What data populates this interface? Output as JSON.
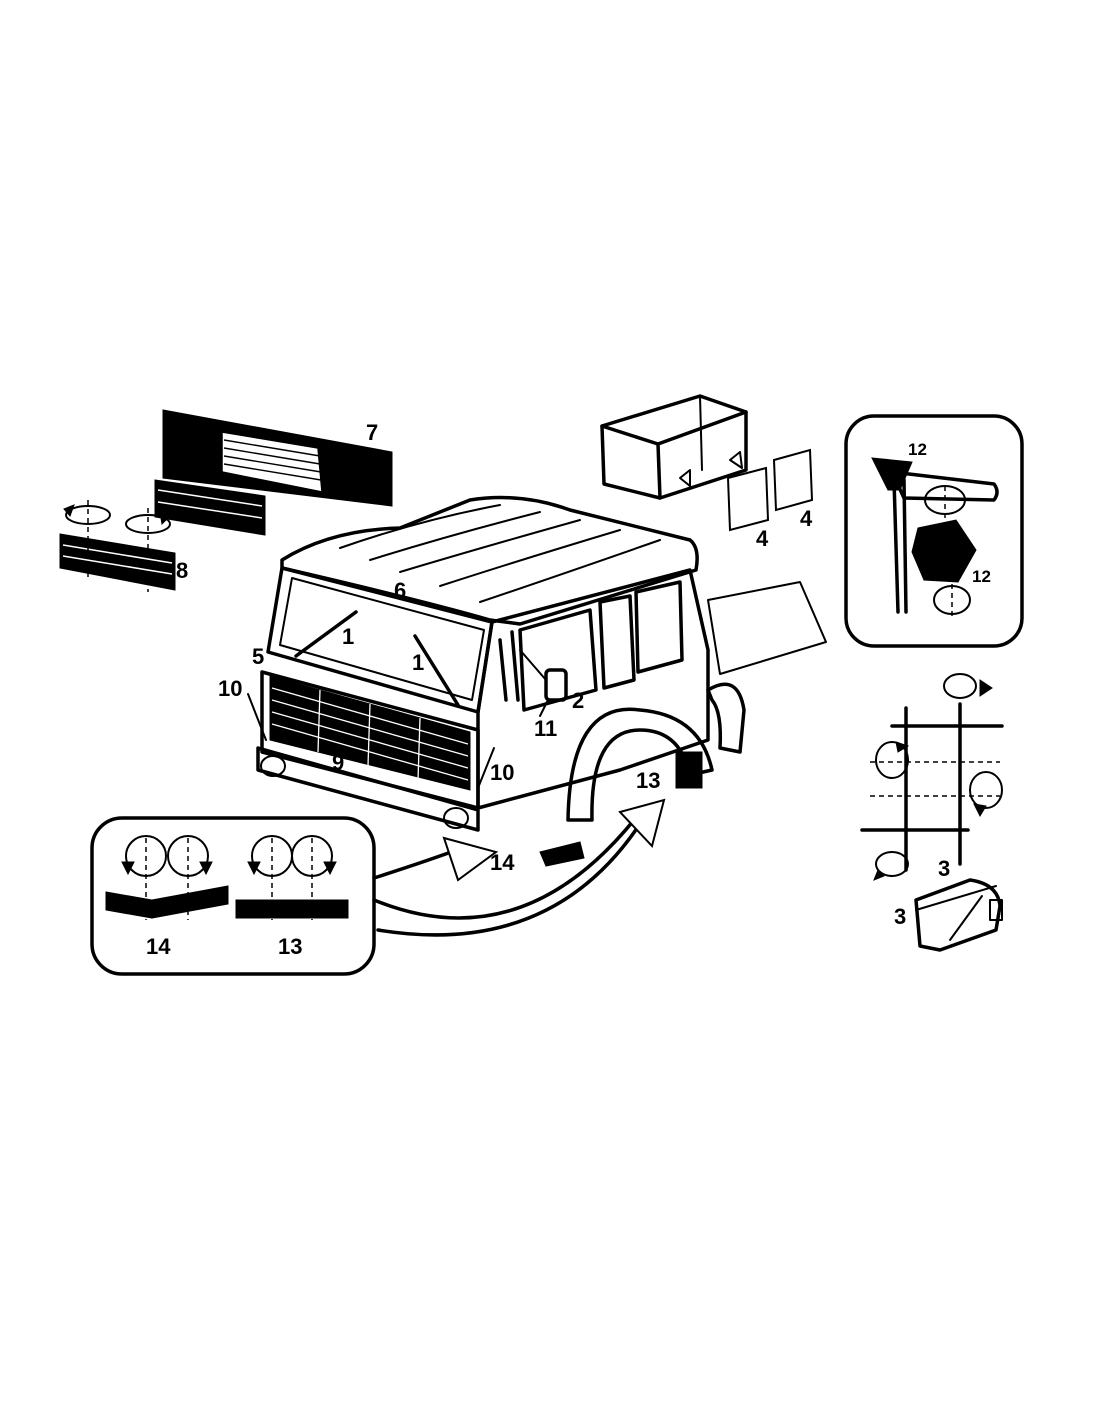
{
  "callouts": {
    "c1a": "1",
    "c1b": "1",
    "c2": "2",
    "c3a": "3",
    "c3b": "3",
    "c4a": "4",
    "c4b": "4",
    "c5": "5",
    "c6": "6",
    "c7": "7",
    "c8": "8",
    "c9": "9",
    "c10a": "10",
    "c10b": "10",
    "c11": "11",
    "c12a": "12",
    "c12b": "12",
    "c13a": "13",
    "c13b": "13",
    "c14a": "14",
    "c14b": "14"
  }
}
